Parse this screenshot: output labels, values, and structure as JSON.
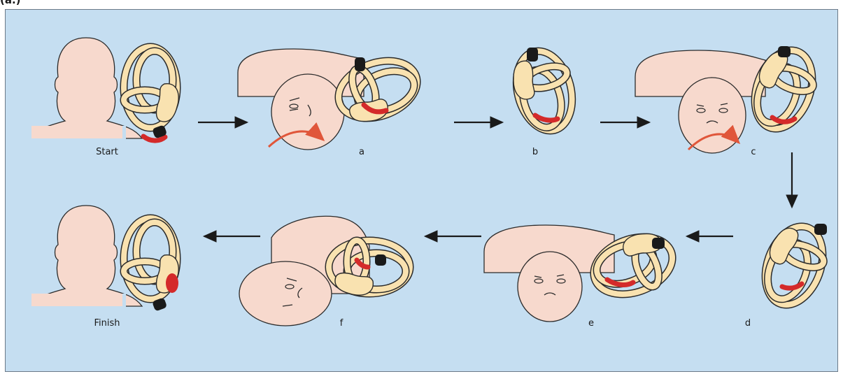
{
  "figure_tag": "(a.)",
  "colors": {
    "background": "#c5def1",
    "skin": "#f7d9cd",
    "canal_fill": "#f9e2b0",
    "outline": "#2b2b2b",
    "otolith": "#d42a2a",
    "cupula": "#1a1a1a",
    "arrow": "#1a1a1a",
    "motion_arrow": "#e0563a"
  },
  "steps": [
    {
      "id": "start",
      "label": "Start"
    },
    {
      "id": "a",
      "label": "a"
    },
    {
      "id": "b",
      "label": "b"
    },
    {
      "id": "c",
      "label": "c"
    },
    {
      "id": "d",
      "label": "d"
    },
    {
      "id": "e",
      "label": "e"
    },
    {
      "id": "f",
      "label": "f"
    },
    {
      "id": "finish",
      "label": "Finish"
    }
  ]
}
